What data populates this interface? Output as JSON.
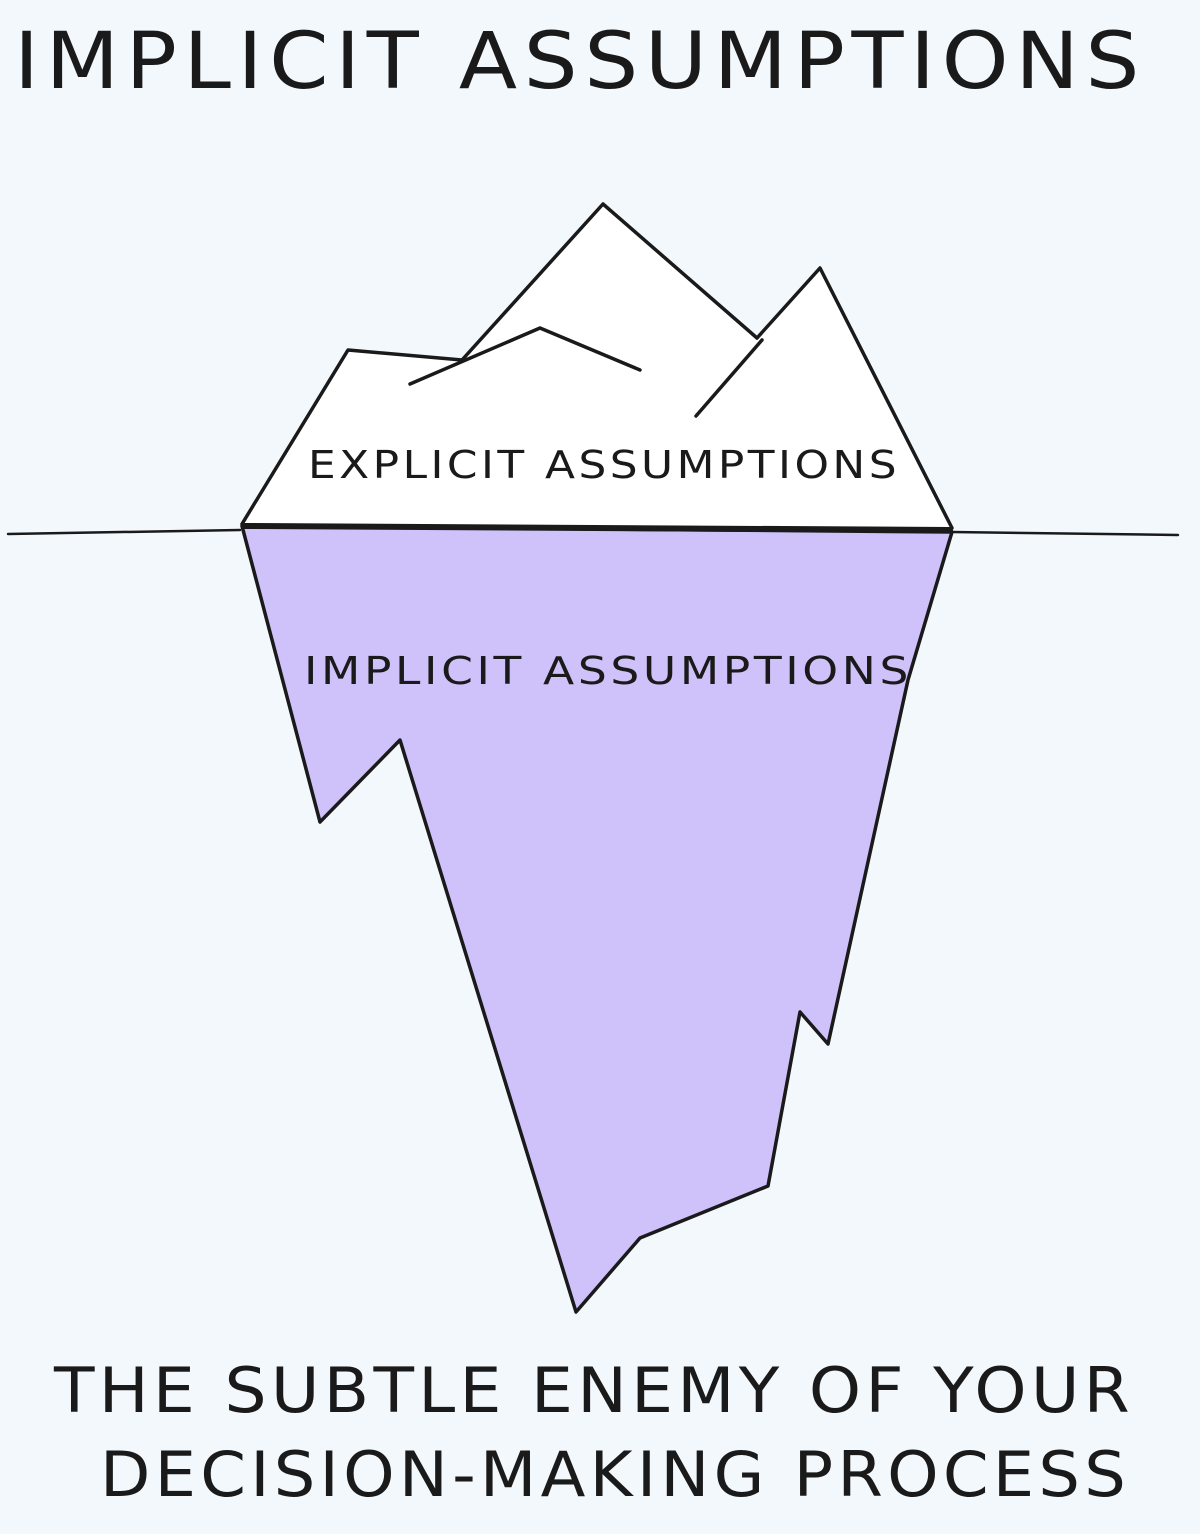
{
  "title": "IMPLICIT ASSUMPTIONS",
  "labels": {
    "above_water": "EXPLICIT ASSUMPTIONS",
    "below_water": "IMPLICIT ASSUMPTIONS"
  },
  "subtitle": {
    "line1": "THE SUBTLE ENEMY OF YOUR",
    "line2": "DECISION-MAKING PROCESS"
  },
  "colors": {
    "background": "#F3F8FD",
    "ink": "#1A1A1A",
    "submerged_fill": "#CFC1FA",
    "tip_fill": "#FFFFFF"
  },
  "icons": {
    "diagram": "iceberg-icon"
  }
}
